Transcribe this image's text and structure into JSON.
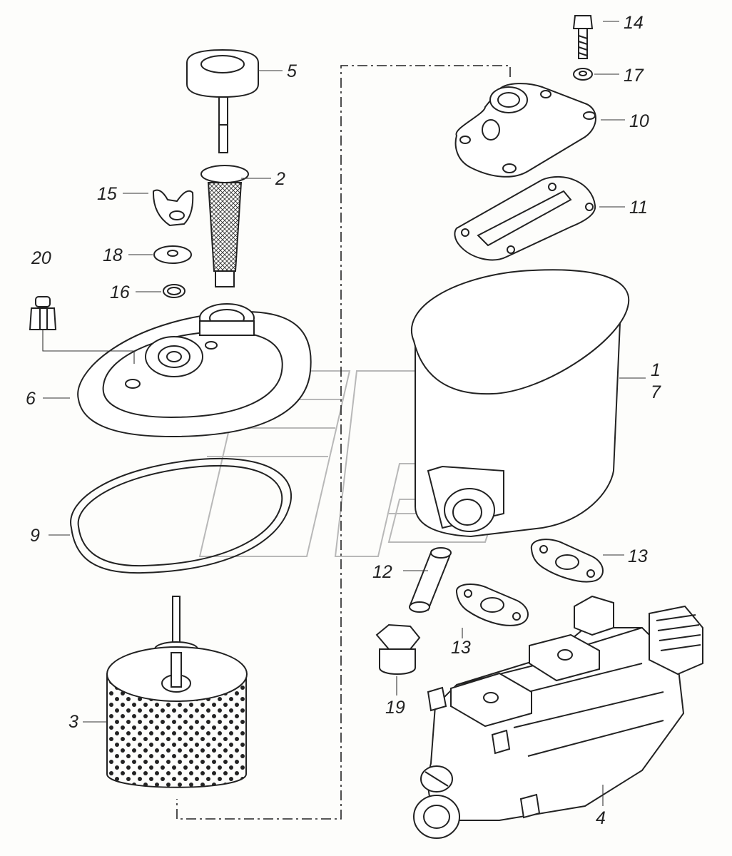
{
  "callouts": {
    "n1": "1",
    "n2": "2",
    "n3": "3",
    "n4": "4",
    "n5": "5",
    "n6": "6",
    "n7": "7",
    "n9": "9",
    "n10": "10",
    "n11": "11",
    "n12": "12",
    "n13a": "13",
    "n13b": "13",
    "n14": "14",
    "n15": "15",
    "n16": "16",
    "n17": "17",
    "n18": "18",
    "n19": "19",
    "n20": "20"
  }
}
